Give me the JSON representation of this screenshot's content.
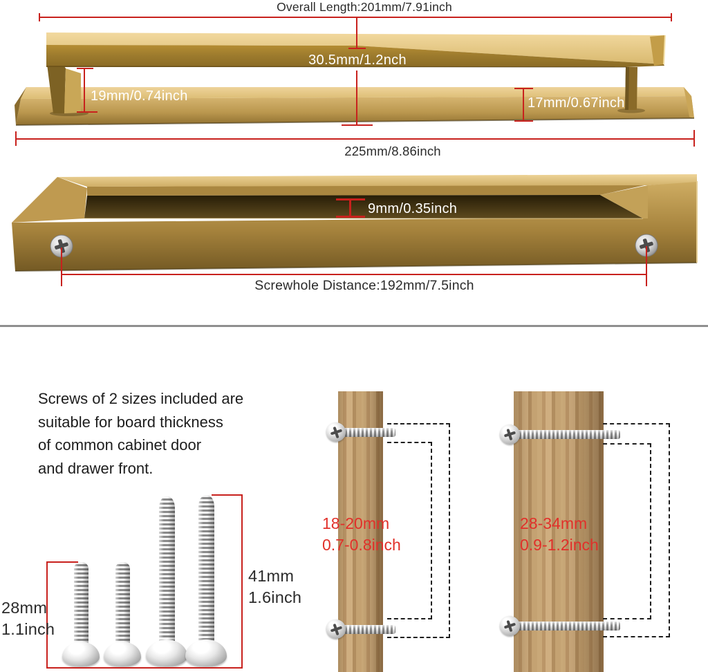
{
  "section_top": {
    "overall_length_label": "Overall Length:201mm/7.91inch",
    "bar_height_label": "30.5mm/1.2nch",
    "left_clearance_label": "19mm/0.74inch",
    "right_thickness_label": "17mm/0.67inch",
    "base_length_label": "225mm/8.86inch"
  },
  "section_back": {
    "recess_depth_label": "9mm/0.35inch",
    "screwhole_distance_label": "Screwhole Distance:192mm/7.5inch"
  },
  "section_install": {
    "description_lines": [
      "Screws of 2 sizes included are",
      "suitable for board thickness",
      "of common cabinet door",
      "and drawer front."
    ],
    "short_screw_mm": "28mm",
    "short_screw_inch": "1.1inch",
    "long_screw_mm": "41mm",
    "long_screw_inch": "1.6inch",
    "thin_board_mm": "18-20mm",
    "thin_board_inch": "0.7-0.8inch",
    "thick_board_mm": "28-34mm",
    "thick_board_inch": "0.9-1.2inch"
  },
  "colors": {
    "annotation_red": "#c8211d",
    "red_text": "#e1302a",
    "dimension_text": "#2b2b2b",
    "divider_gray": "#8f8f8f",
    "brass_light": "#ecd196",
    "brass_dark": "#8d6d26",
    "wood_tan": "#c2a173"
  }
}
